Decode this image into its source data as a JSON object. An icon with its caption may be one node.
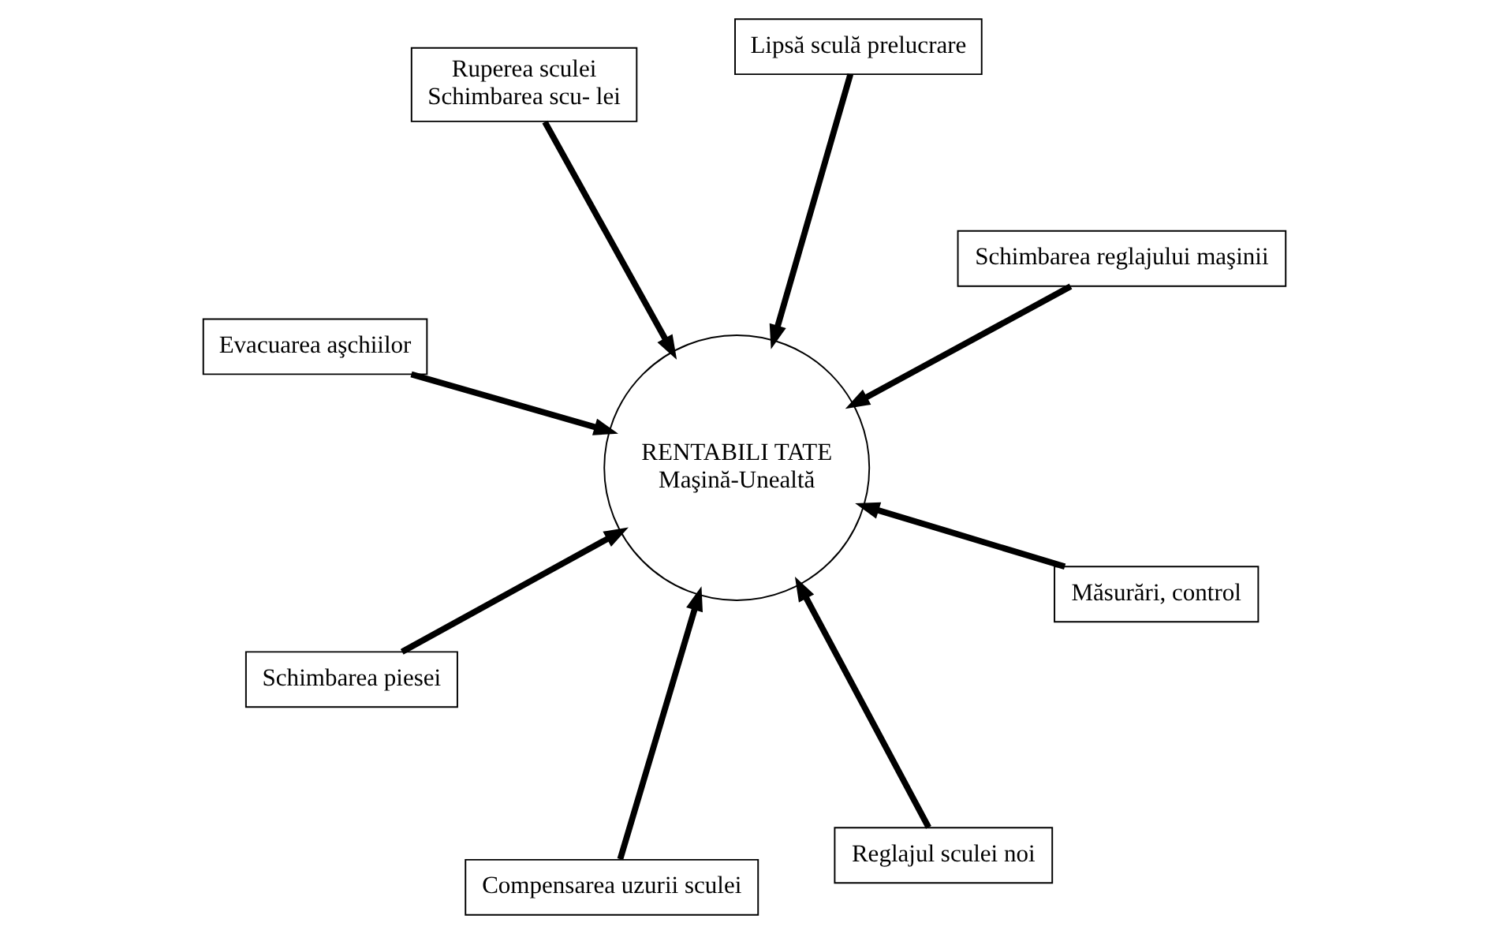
{
  "diagram": {
    "nodes": [
      {
        "text": [
          "Evacuarea aşchiilor"
        ]
      },
      {
        "text": [
          "Schimbarea reglajului maşinii"
        ]
      },
      {
        "text": [
          "Reglajul sculei noi"
        ]
      },
      {
        "text": [
          "Lipsă sculă prelucrare"
        ]
      },
      {
        "text": [
          "RENTABILI TATE",
          "Maşină-Unealtă"
        ]
      },
      {
        "text": [
          "Ruperea sculei",
          "Schimbarea scu- lei"
        ]
      },
      {
        "text": [
          "Schimbarea piesei"
        ]
      },
      {
        "text": [
          "Măsurări, control"
        ]
      },
      {
        "text": [
          "Compensarea uzurii sculei"
        ]
      }
    ],
    "edges": [
      {
        "from": 0,
        "to": 4,
        "arrow": "to"
      },
      {
        "from": 1,
        "to": 4,
        "arrow": "to"
      },
      {
        "from": 2,
        "to": 4,
        "arrow": "to"
      },
      {
        "from": 3,
        "to": 4,
        "arrow": "to"
      },
      {
        "from": 5,
        "to": 4,
        "arrow": "to"
      },
      {
        "from": 6,
        "to": 4,
        "arrow": "to"
      },
      {
        "from": 7,
        "to": 4,
        "arrow": "to"
      },
      {
        "from": 8,
        "to": 4,
        "arrow": "to"
      }
    ]
  }
}
